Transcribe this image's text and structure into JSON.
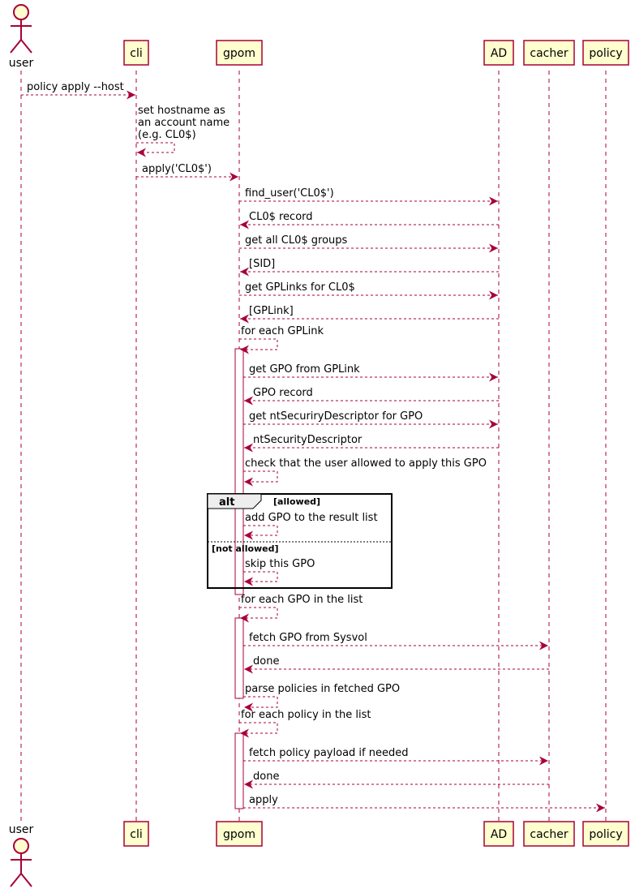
{
  "colors": {
    "box_fill": "#FEFECE",
    "box_stroke": "#A80036",
    "arrow": "#A80036",
    "lifeline": "#A80036",
    "alt_header_fill": "#EEEEEE"
  },
  "participants": [
    {
      "id": "user",
      "label": "user",
      "kind": "actor"
    },
    {
      "id": "cli",
      "label": "cli",
      "kind": "box"
    },
    {
      "id": "gpom",
      "label": "gpom",
      "kind": "box"
    },
    {
      "id": "ad",
      "label": "AD",
      "kind": "box"
    },
    {
      "id": "cacher",
      "label": "cacher",
      "kind": "box"
    },
    {
      "id": "policy",
      "label": "policy",
      "kind": "box"
    }
  ],
  "alt_block": {
    "keyword": "alt",
    "guard_1": "[allowed]",
    "guard_2": "[not allowed]"
  },
  "messages": [
    {
      "from": "user",
      "to": "cli",
      "lines": [
        "policy apply --host"
      ]
    },
    {
      "from": "cli",
      "to": "cli",
      "lines": [
        "set hostname as",
        "an account name",
        "(e.g. CL0$)"
      ]
    },
    {
      "from": "cli",
      "to": "gpom",
      "lines": [
        "apply('CL0$')"
      ]
    },
    {
      "from": "gpom",
      "to": "ad",
      "lines": [
        "find_user('CL0$')"
      ]
    },
    {
      "from": "ad",
      "to": "gpom",
      "lines": [
        "CL0$ record"
      ]
    },
    {
      "from": "gpom",
      "to": "ad",
      "lines": [
        "get all CL0$ groups"
      ]
    },
    {
      "from": "ad",
      "to": "gpom",
      "lines": [
        "[SID]"
      ]
    },
    {
      "from": "gpom",
      "to": "ad",
      "lines": [
        "get GPLinks for CL0$"
      ]
    },
    {
      "from": "ad",
      "to": "gpom",
      "lines": [
        "[GPLink]"
      ]
    },
    {
      "from": "gpom",
      "to": "gpom",
      "lines": [
        "for each GPLink"
      ]
    },
    {
      "from": "gpom",
      "to": "ad",
      "lines": [
        "get GPO from GPLink"
      ]
    },
    {
      "from": "ad",
      "to": "gpom",
      "lines": [
        "GPO record"
      ]
    },
    {
      "from": "gpom",
      "to": "ad",
      "lines": [
        "get ntSecuriryDescriptor for GPO"
      ]
    },
    {
      "from": "ad",
      "to": "gpom",
      "lines": [
        "ntSecurityDescriptor"
      ]
    },
    {
      "from": "gpom",
      "to": "gpom",
      "lines": [
        "check that the user allowed to apply this GPO"
      ]
    },
    {
      "from": "gpom",
      "to": "gpom",
      "lines": [
        "add GPO to the result list"
      ]
    },
    {
      "from": "gpom",
      "to": "gpom",
      "lines": [
        "skip this GPO"
      ]
    },
    {
      "from": "gpom",
      "to": "gpom",
      "lines": [
        "for each GPO in the list"
      ]
    },
    {
      "from": "gpom",
      "to": "cacher",
      "lines": [
        "fetch GPO from Sysvol"
      ]
    },
    {
      "from": "cacher",
      "to": "gpom",
      "lines": [
        "done"
      ]
    },
    {
      "from": "gpom",
      "to": "gpom",
      "lines": [
        "parse policies in fetched GPO"
      ]
    },
    {
      "from": "gpom",
      "to": "gpom",
      "lines": [
        "for each policy in the list"
      ]
    },
    {
      "from": "gpom",
      "to": "cacher",
      "lines": [
        "fetch policy payload if needed"
      ]
    },
    {
      "from": "cacher",
      "to": "gpom",
      "lines": [
        "done"
      ]
    },
    {
      "from": "gpom",
      "to": "policy",
      "lines": [
        "apply"
      ]
    }
  ]
}
